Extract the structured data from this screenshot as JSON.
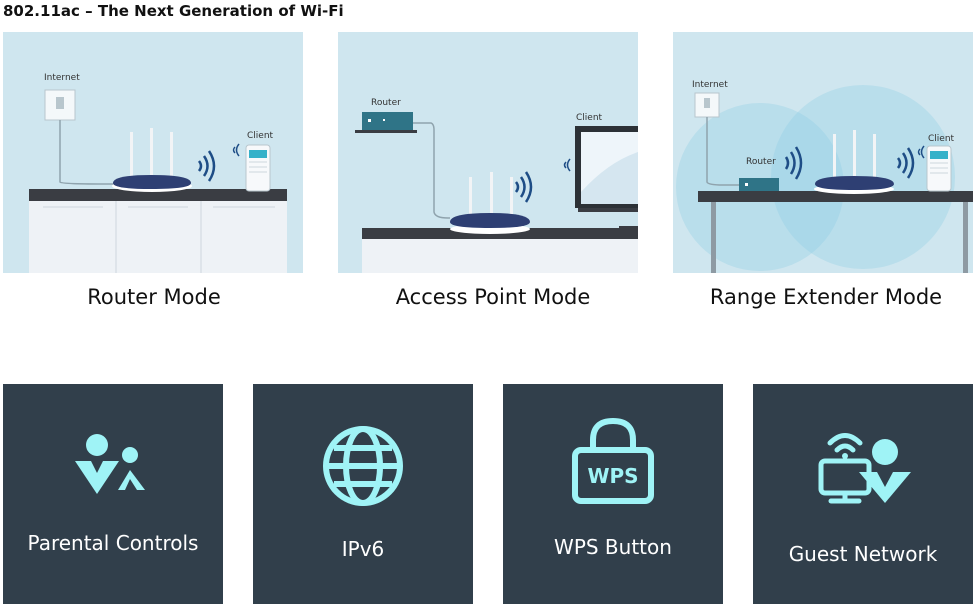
{
  "header": {
    "title": "802.11ac – The Next Generation of Wi-Fi"
  },
  "modes": [
    {
      "caption": "Router Mode",
      "labels": {
        "internet": "Internet",
        "client": "Client"
      }
    },
    {
      "caption": "Access Point Mode",
      "labels": {
        "router": "Router",
        "client": "Client"
      }
    },
    {
      "caption": "Range Extender Mode",
      "labels": {
        "internet": "Internet",
        "router": "Router",
        "client": "Client"
      }
    }
  ],
  "features": [
    {
      "label": "Parental Controls",
      "icon": "parental-controls-icon"
    },
    {
      "label": "IPv6",
      "icon": "globe-icon"
    },
    {
      "label": "WPS Button",
      "icon": "wps-lock-icon",
      "icon_text": "WPS"
    },
    {
      "label": "Guest Network",
      "icon": "guest-network-icon"
    }
  ],
  "colors": {
    "scene_bg": "#cfe6ef",
    "tile_bg": "#313f4b",
    "icon_accent": "#9ff3f6",
    "router_body": "#2e3f73",
    "signal": "#1e4d86"
  }
}
